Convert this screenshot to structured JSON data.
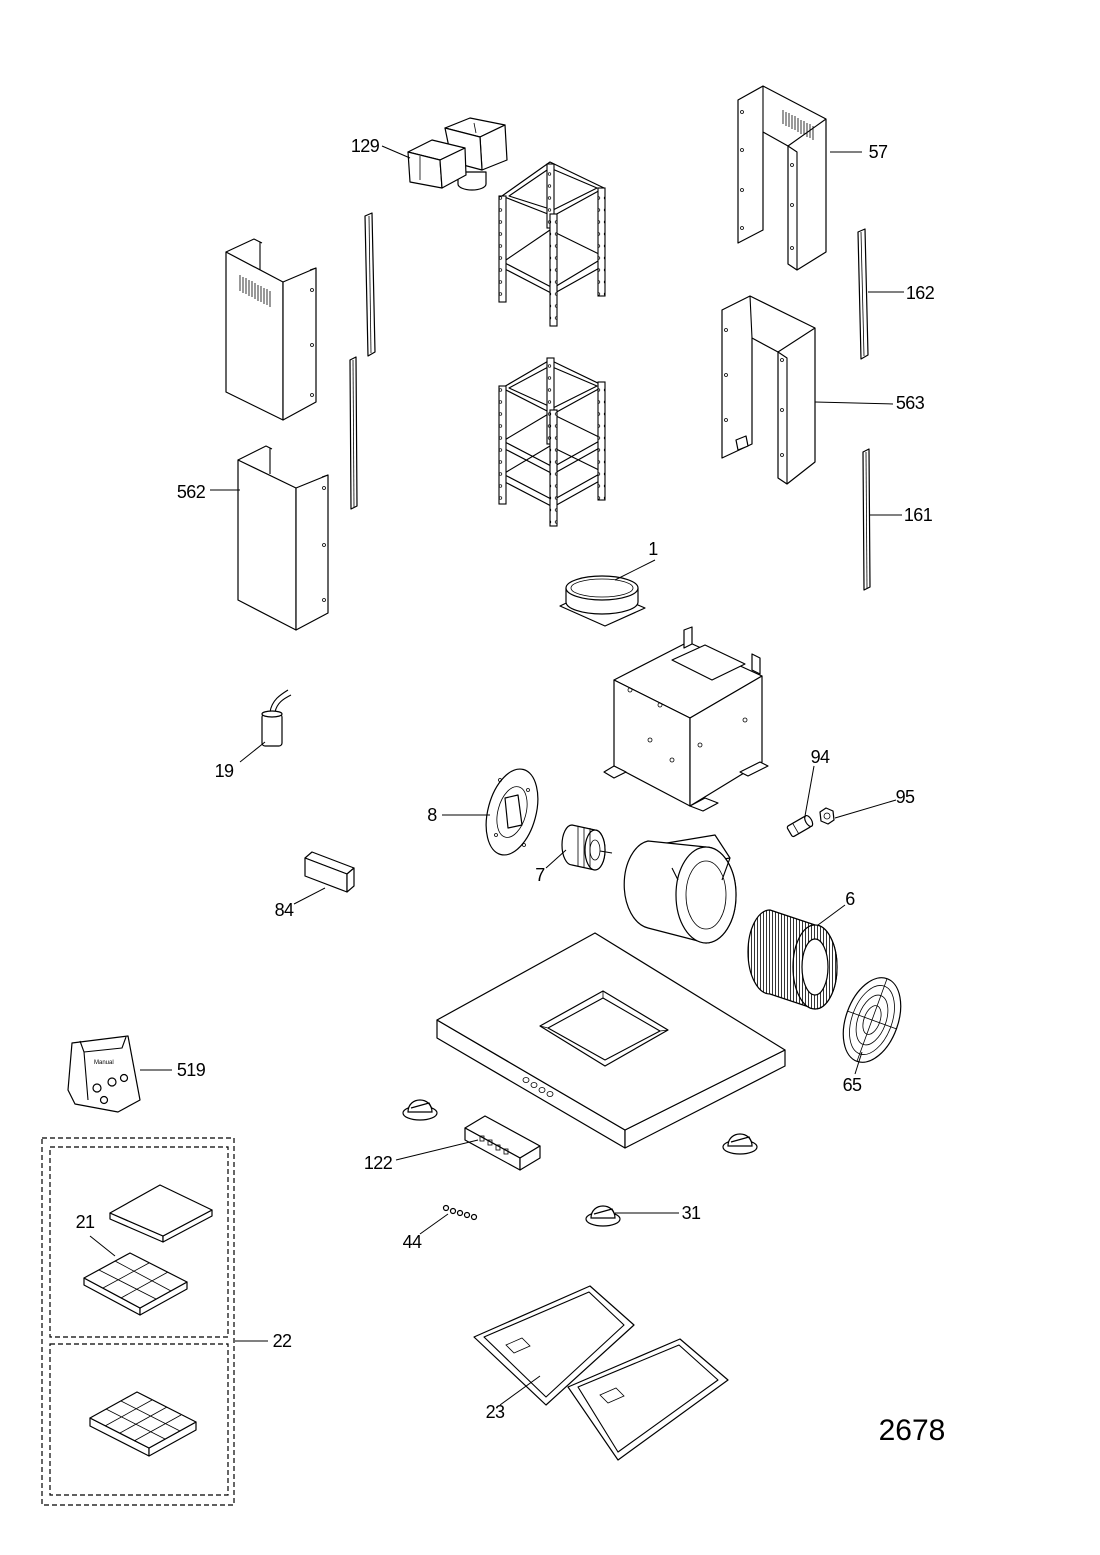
{
  "callouts": [
    "129",
    "57",
    "162",
    "563",
    "562",
    "161",
    "1",
    "19",
    "94",
    "95",
    "8",
    "7",
    "84",
    "6",
    "519",
    "65",
    "122",
    "31",
    "21",
    "44",
    "22",
    "23"
  ],
  "drawing_number": "2678",
  "bag_text": "Manual",
  "line_color": "#000000",
  "background_color": "#ffffff"
}
